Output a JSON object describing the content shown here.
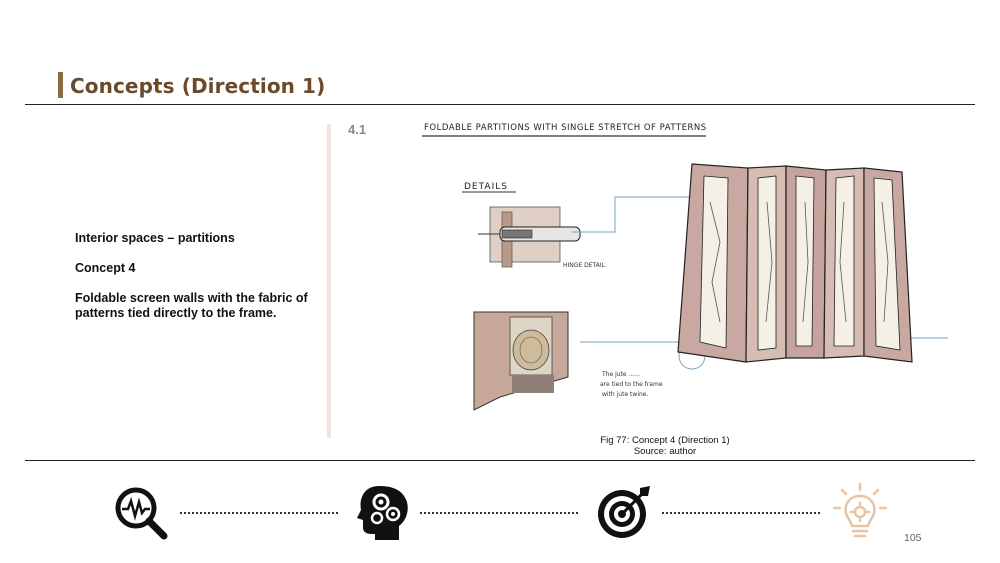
{
  "header": {
    "title": "Concepts (Direction 1)"
  },
  "description": {
    "line1": "Interior spaces – partitions",
    "line2": "Concept 4",
    "line3": "Foldable screen walls with the fabric of patterns tied directly to the frame."
  },
  "sketch": {
    "number": "4.1",
    "heading": "FOLDABLE PARTITIONS WITH SINGLE STRETCH OF PATTERNS",
    "details_label": "DETAILS",
    "hinge_note": "HINGE DETAIL.",
    "note_lines": [
      "The jute ......",
      "are tied to the frame",
      "with jute twine."
    ]
  },
  "figure": {
    "caption": "Fig 77: Concept 4 (Direction 1)",
    "source": "Source: author"
  },
  "process_icons": [
    "analysis-icon",
    "thinking-head-icon",
    "target-icon",
    "lightbulb-icon"
  ],
  "colors": {
    "title": "#6b4a2b",
    "accent_bar": "#8b6a46",
    "active_icon": "#e8c4a4",
    "divider": "#f2e3da"
  },
  "footer": {
    "page_number": "105"
  }
}
